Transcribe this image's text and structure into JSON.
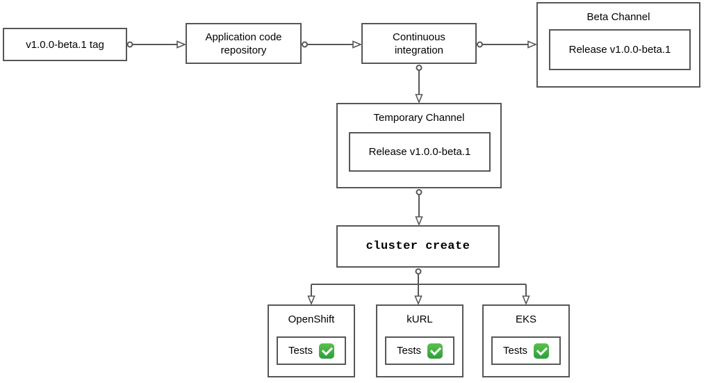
{
  "diagram": {
    "nodes": {
      "tag": {
        "label": "v1.0.0-beta.1 tag"
      },
      "repo": {
        "label": "Application code repository"
      },
      "ci": {
        "label": "Continuous integration"
      },
      "beta_channel": {
        "title": "Beta Channel",
        "release_label": "Release v1.0.0-beta.1"
      },
      "temporary_channel": {
        "title": "Temporary Channel",
        "release_label": "Release v1.0.0-beta.1"
      },
      "cluster_create": {
        "label": "cluster create"
      },
      "platforms": [
        {
          "id": "openshift",
          "title": "OpenShift",
          "tests_label": "Tests",
          "status_icon": "white-check-mark-emoji"
        },
        {
          "id": "kurl",
          "title": "kURL",
          "tests_label": "Tests",
          "status_icon": "white-check-mark-emoji"
        },
        {
          "id": "eks",
          "title": "EKS",
          "tests_label": "Tests",
          "status_icon": "white-check-mark-emoji"
        }
      ]
    },
    "colors": {
      "stroke": "#565656",
      "check_green_top": "#58c24b",
      "check_green_bottom": "#2f9e3c",
      "background": "#ffffff"
    }
  }
}
